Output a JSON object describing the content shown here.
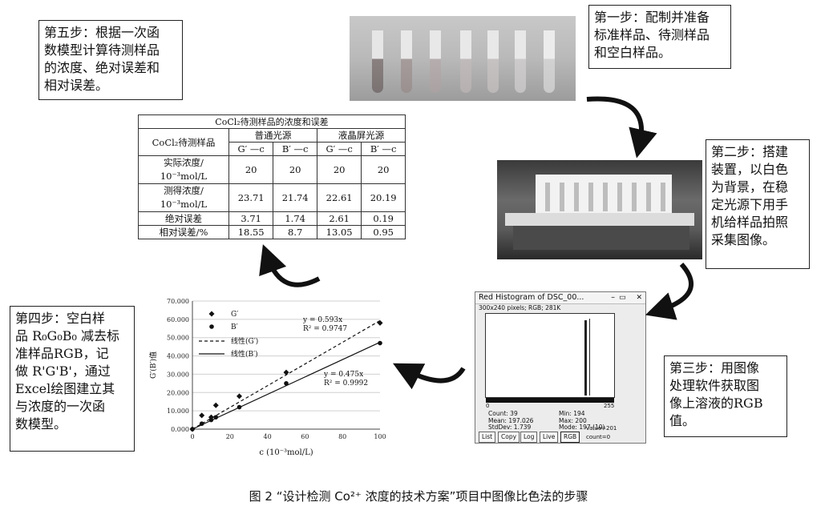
{
  "steps": {
    "step1": "第一步：配制并准备\n标准样品、待测样品\n和空白样品。",
    "step2": "第二步：搭建\n装置，以白色\n为背景，在稳\n定光源下用手\n机给样品拍照\n采集图像。",
    "step3": "第三步：用图像\n处理软件获取图\n像上溶液的RGB\n值。",
    "step4": "第四步：空白样\n品 R₀G₀B₀ 减去标\n准样品RGB，记\n做 R'G'B'，通过\nExcel绘图建立其\n与浓度的一次函\n数模型。",
    "step5": "第五步：根据一次函\n数模型计算待测样品\n的浓度、绝对误差和\n相对误差。"
  },
  "table": {
    "title": "CoCl₂待测样品的浓度和误差",
    "row_header": "CoCl₂待测样品",
    "group1": "普通光源",
    "group2": "液晶屏光源",
    "subcols": [
      "G′ —c",
      "B′ —c",
      "G′ —c",
      "B′ —c"
    ],
    "rows": [
      {
        "label1": "实际浓度/",
        "label2": "10⁻³mol/L",
        "values": [
          "20",
          "20",
          "20",
          "20"
        ]
      },
      {
        "label1": "测得浓度/",
        "label2": "10⁻³mol/L",
        "values": [
          "23.71",
          "21.74",
          "22.61",
          "20.19"
        ]
      },
      {
        "label1": "绝对误差",
        "label2": "",
        "values": [
          "3.71",
          "1.74",
          "2.61",
          "0.19"
        ]
      },
      {
        "label1": "相对误差/%",
        "label2": "",
        "values": [
          "18.55",
          "8.7",
          "13.05",
          "0.95"
        ]
      }
    ]
  },
  "histogram": {
    "title": "Red Histogram of DSC_00...",
    "subtitle": "300x240 pixels; RGB; 281K",
    "axis_min": "0",
    "axis_max": "255",
    "stats_left": [
      "Count: 39",
      "Mean: 197.026",
      "StdDev: 1.739"
    ],
    "stats_right": [
      "Min: 194",
      "Max: 200",
      "Mode: 197 (10)"
    ],
    "buttons": [
      "List",
      "Copy",
      "Log",
      "Live",
      "RGB"
    ],
    "value_text": "value=201",
    "count_text": "count=0"
  },
  "chart_data": {
    "type": "scatter",
    "xlabel": "c (10⁻³mol/L)",
    "ylabel": "G′(B′)值",
    "xlim": [
      0,
      100
    ],
    "ylim": [
      0,
      70
    ],
    "xticks": [
      "0",
      "20",
      "40",
      "60",
      "80",
      "100"
    ],
    "yticks": [
      "0.000",
      "10.000",
      "20.000",
      "30.000",
      "40.000",
      "50.000",
      "60.000",
      "70.000"
    ],
    "series": [
      {
        "name": "G′",
        "marker": "diamond",
        "x": [
          0,
          5,
          10,
          12.5,
          25,
          50,
          100
        ],
        "y": [
          0,
          7.5,
          6.5,
          13,
          18,
          31,
          58
        ]
      },
      {
        "name": "B′",
        "marker": "circle",
        "x": [
          0,
          5,
          10,
          12.5,
          25,
          50,
          100
        ],
        "y": [
          0,
          3,
          5,
          6.5,
          12,
          25,
          47
        ]
      }
    ],
    "trendlines": [
      {
        "name": "线性(G′)",
        "style": "dashed",
        "slope": 0.593,
        "equation": "y = 0.593x",
        "r2": "R² = 0.9747"
      },
      {
        "name": "线性(B′)",
        "style": "solid",
        "slope": 0.475,
        "equation": "y = 0.475x",
        "r2": "R² = 0.9992"
      }
    ]
  },
  "caption": "图 2  “设计检测 Co²⁺ 浓度的技术方案”项目中图像比色法的步骤"
}
